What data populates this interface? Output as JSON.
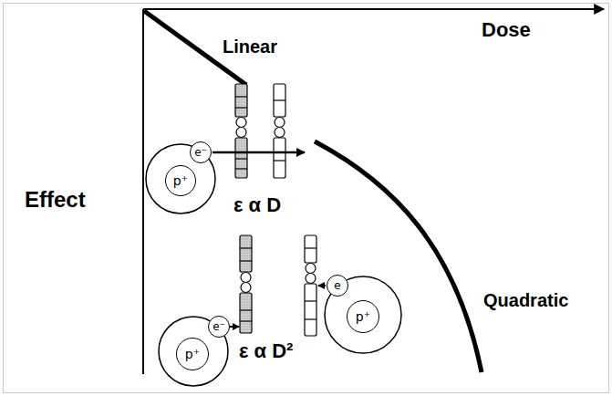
{
  "diagram": {
    "nodes": [
      {
        "text": [
          "e⁻"
        ]
      },
      {
        "text": [
          "p⁺"
        ]
      },
      {
        "text": [
          "e"
        ]
      },
      {
        "text": [
          "p⁺"
        ]
      },
      {
        "text": [
          "p⁺"
        ]
      },
      {
        "text": [
          "e⁻"
        ]
      }
    ],
    "labels": [
      "Linear",
      "Dose",
      "Effect",
      "ε α D",
      "ε α D²",
      "Quadratic"
    ]
  }
}
